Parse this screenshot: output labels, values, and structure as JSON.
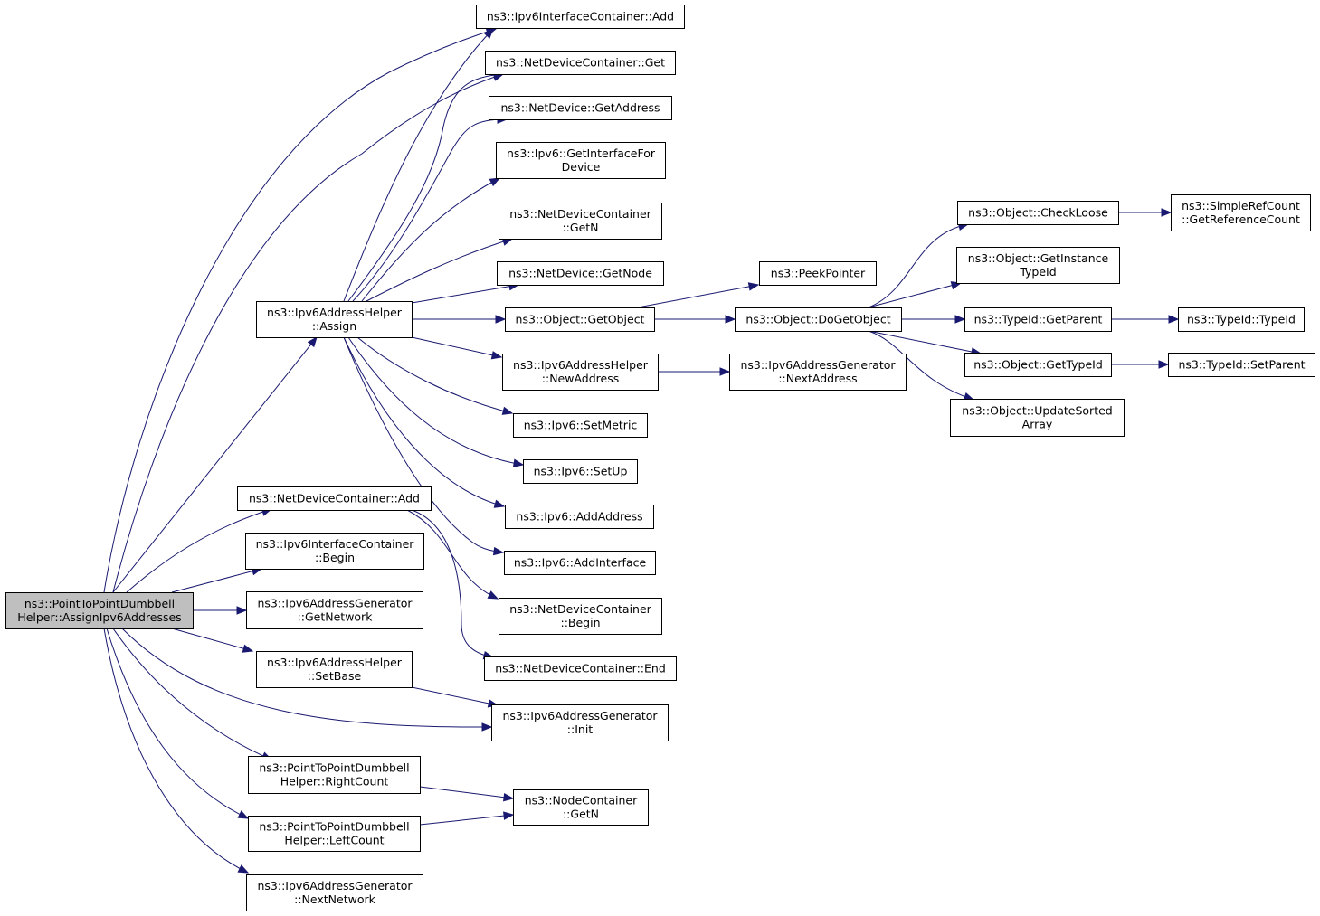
{
  "nodes": [
    {
      "id": "root",
      "lines": [
        "ns3::PointToPointDumbbell",
        "Helper::AssignIpv6Addresses"
      ],
      "root": true
    },
    {
      "id": "ipv6ic_add",
      "lines": [
        "ns3::Ipv6InterfaceContainer::Add"
      ]
    },
    {
      "id": "ndc_get",
      "lines": [
        "ns3::NetDeviceContainer::Get"
      ]
    },
    {
      "id": "nd_getaddr",
      "lines": [
        "ns3::NetDevice::GetAddress"
      ]
    },
    {
      "id": "ipv6_getif",
      "lines": [
        "ns3::Ipv6::GetInterfaceFor",
        "Device"
      ]
    },
    {
      "id": "ndc_getn",
      "lines": [
        "ns3::NetDeviceContainer",
        "::GetN"
      ]
    },
    {
      "id": "nd_getnode",
      "lines": [
        "ns3::NetDevice::GetNode"
      ]
    },
    {
      "id": "ipv6ah_assign",
      "lines": [
        "ns3::Ipv6AddressHelper",
        "::Assign"
      ]
    },
    {
      "id": "obj_getobject",
      "lines": [
        "ns3::Object::GetObject"
      ]
    },
    {
      "id": "peekpointer",
      "lines": [
        "ns3::PeekPointer"
      ]
    },
    {
      "id": "obj_dogetobject",
      "lines": [
        "ns3::Object::DoGetObject"
      ]
    },
    {
      "id": "obj_checkloose",
      "lines": [
        "ns3::Object::CheckLoose"
      ]
    },
    {
      "id": "srefcount",
      "lines": [
        "ns3::SimpleRefCount",
        "::GetReferenceCount"
      ]
    },
    {
      "id": "obj_getinstancetid",
      "lines": [
        "ns3::Object::GetInstance",
        "TypeId"
      ]
    },
    {
      "id": "tid_getparent",
      "lines": [
        "ns3::TypeId::GetParent"
      ]
    },
    {
      "id": "tid_typeid",
      "lines": [
        "ns3::TypeId::TypeId"
      ]
    },
    {
      "id": "obj_gettypeid",
      "lines": [
        "ns3::Object::GetTypeId"
      ]
    },
    {
      "id": "tid_setparent",
      "lines": [
        "ns3::TypeId::SetParent"
      ]
    },
    {
      "id": "obj_updatesorted",
      "lines": [
        "ns3::Object::UpdateSorted",
        "Array"
      ]
    },
    {
      "id": "ipv6ah_newaddr",
      "lines": [
        "ns3::Ipv6AddressHelper",
        "::NewAddress"
      ]
    },
    {
      "id": "ipv6ag_nextaddr",
      "lines": [
        "ns3::Ipv6AddressGenerator",
        "::NextAddress"
      ]
    },
    {
      "id": "ipv6_setmetric",
      "lines": [
        "ns3::Ipv6::SetMetric"
      ]
    },
    {
      "id": "ipv6_setup",
      "lines": [
        "ns3::Ipv6::SetUp"
      ]
    },
    {
      "id": "ipv6_addaddr",
      "lines": [
        "ns3::Ipv6::AddAddress"
      ]
    },
    {
      "id": "ipv6_addif",
      "lines": [
        "ns3::Ipv6::AddInterface"
      ]
    },
    {
      "id": "ndc_add",
      "lines": [
        "ns3::NetDeviceContainer::Add"
      ]
    },
    {
      "id": "ipv6ic_begin",
      "lines": [
        "ns3::Ipv6InterfaceContainer",
        "::Begin"
      ]
    },
    {
      "id": "ipv6ag_getnet",
      "lines": [
        "ns3::Ipv6AddressGenerator",
        "::GetNetwork"
      ]
    },
    {
      "id": "ipv6ah_setbase",
      "lines": [
        "ns3::Ipv6AddressHelper",
        "::SetBase"
      ]
    },
    {
      "id": "ndc_begin",
      "lines": [
        "ns3::NetDeviceContainer",
        "::Begin"
      ]
    },
    {
      "id": "ndc_end",
      "lines": [
        "ns3::NetDeviceContainer::End"
      ]
    },
    {
      "id": "ipv6ag_init",
      "lines": [
        "ns3::Ipv6AddressGenerator",
        "::Init"
      ]
    },
    {
      "id": "ptp_right",
      "lines": [
        "ns3::PointToPointDumbbell",
        "Helper::RightCount"
      ]
    },
    {
      "id": "nc_getn",
      "lines": [
        "ns3::NodeContainer",
        "::GetN"
      ]
    },
    {
      "id": "ptp_left",
      "lines": [
        "ns3::PointToPointDumbbell",
        "Helper::LeftCount"
      ]
    },
    {
      "id": "ipv6ag_nextnet",
      "lines": [
        "ns3::Ipv6AddressGenerator",
        "::NextNetwork"
      ]
    }
  ],
  "colors": {
    "edge": "#191970",
    "root_fill": "#bfbfbf",
    "node_fill": "#ffffff",
    "node_stroke": "#000000"
  }
}
